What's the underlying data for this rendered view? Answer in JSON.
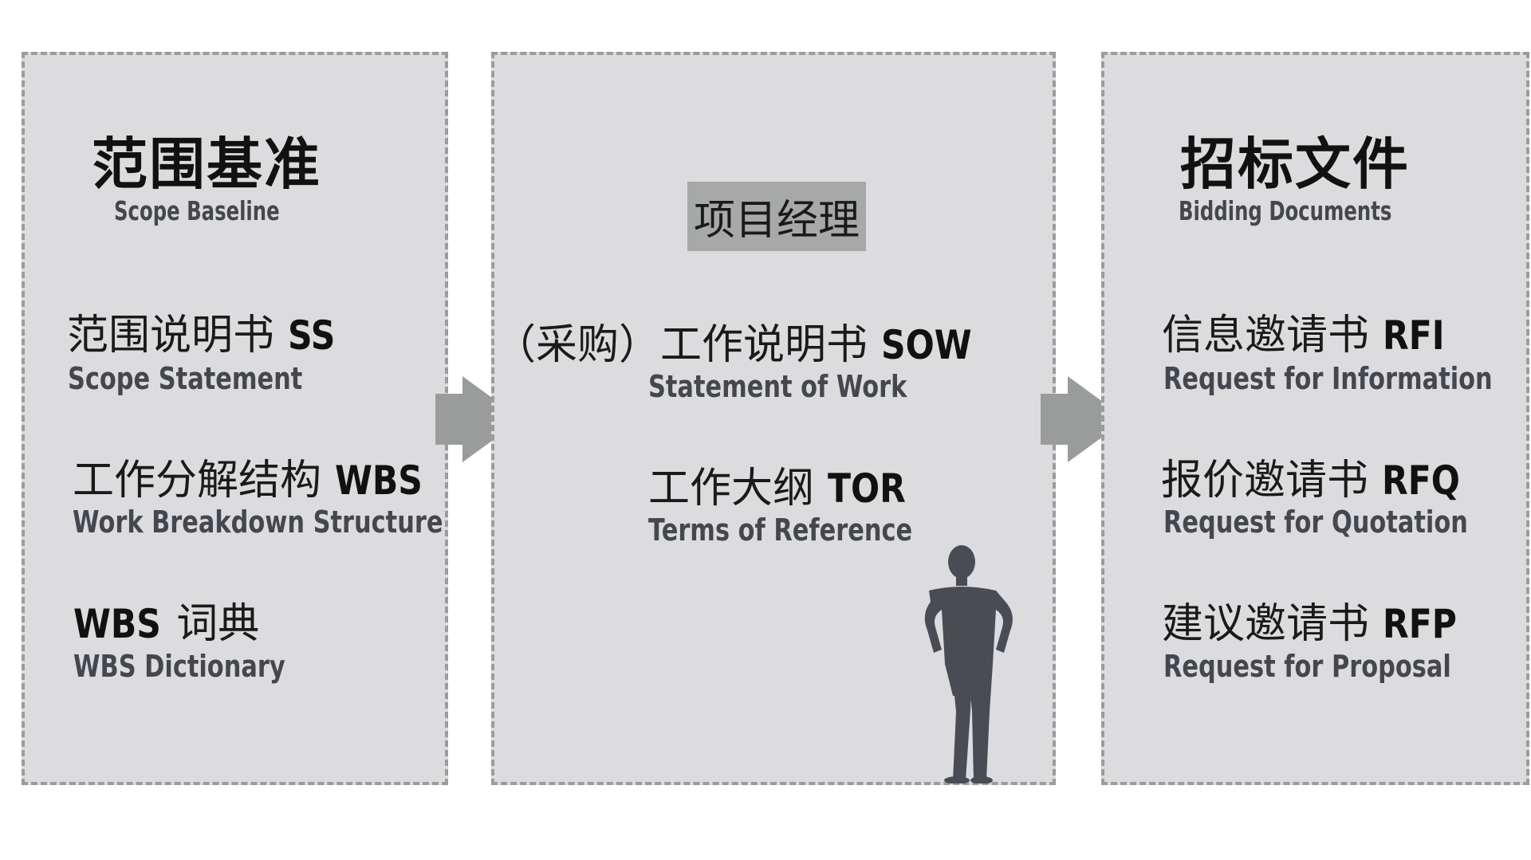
{
  "left_panel": {
    "title": "范围基准",
    "subtitle": "Scope Baseline",
    "items": [
      {
        "zh": "范围说明书",
        "abbr": "SS",
        "en": "Scope Statement",
        "abbr_first": false
      },
      {
        "zh": "工作分解结构",
        "abbr": "WBS",
        "en": "Work Breakdown Structure",
        "abbr_first": false
      },
      {
        "zh": "词典",
        "abbr": "WBS",
        "en": "WBS Dictionary",
        "abbr_first": true
      }
    ]
  },
  "middle_panel": {
    "role_label": "项目经理",
    "items": [
      {
        "zh": "（采购）工作说明书",
        "abbr": "SOW",
        "en": "Statement of Work"
      },
      {
        "zh": "工作大纲",
        "abbr": "TOR",
        "en": "Terms of Reference"
      }
    ],
    "figure_icon": "person-silhouette-icon"
  },
  "right_panel": {
    "title": "招标文件",
    "subtitle": "Bidding Documents",
    "items": [
      {
        "zh": "信息邀请书",
        "abbr": "RFI",
        "en": "Request for Information"
      },
      {
        "zh": "报价邀请书",
        "abbr": "RFQ",
        "en": "Request for Quotation"
      },
      {
        "zh": "建议邀请书",
        "abbr": "RFP",
        "en": "Request for Proposal"
      }
    ]
  },
  "connectors": [
    "arrow-right-icon",
    "arrow-right-icon"
  ],
  "colors": {
    "panel_bg": "#dcdcde",
    "panel_border": "#9c9c9c",
    "arrow": "#9a9c9b",
    "person": "#4a4c54",
    "label_highlight": "#a7a8a8",
    "subtitle_text": "#45474f"
  }
}
